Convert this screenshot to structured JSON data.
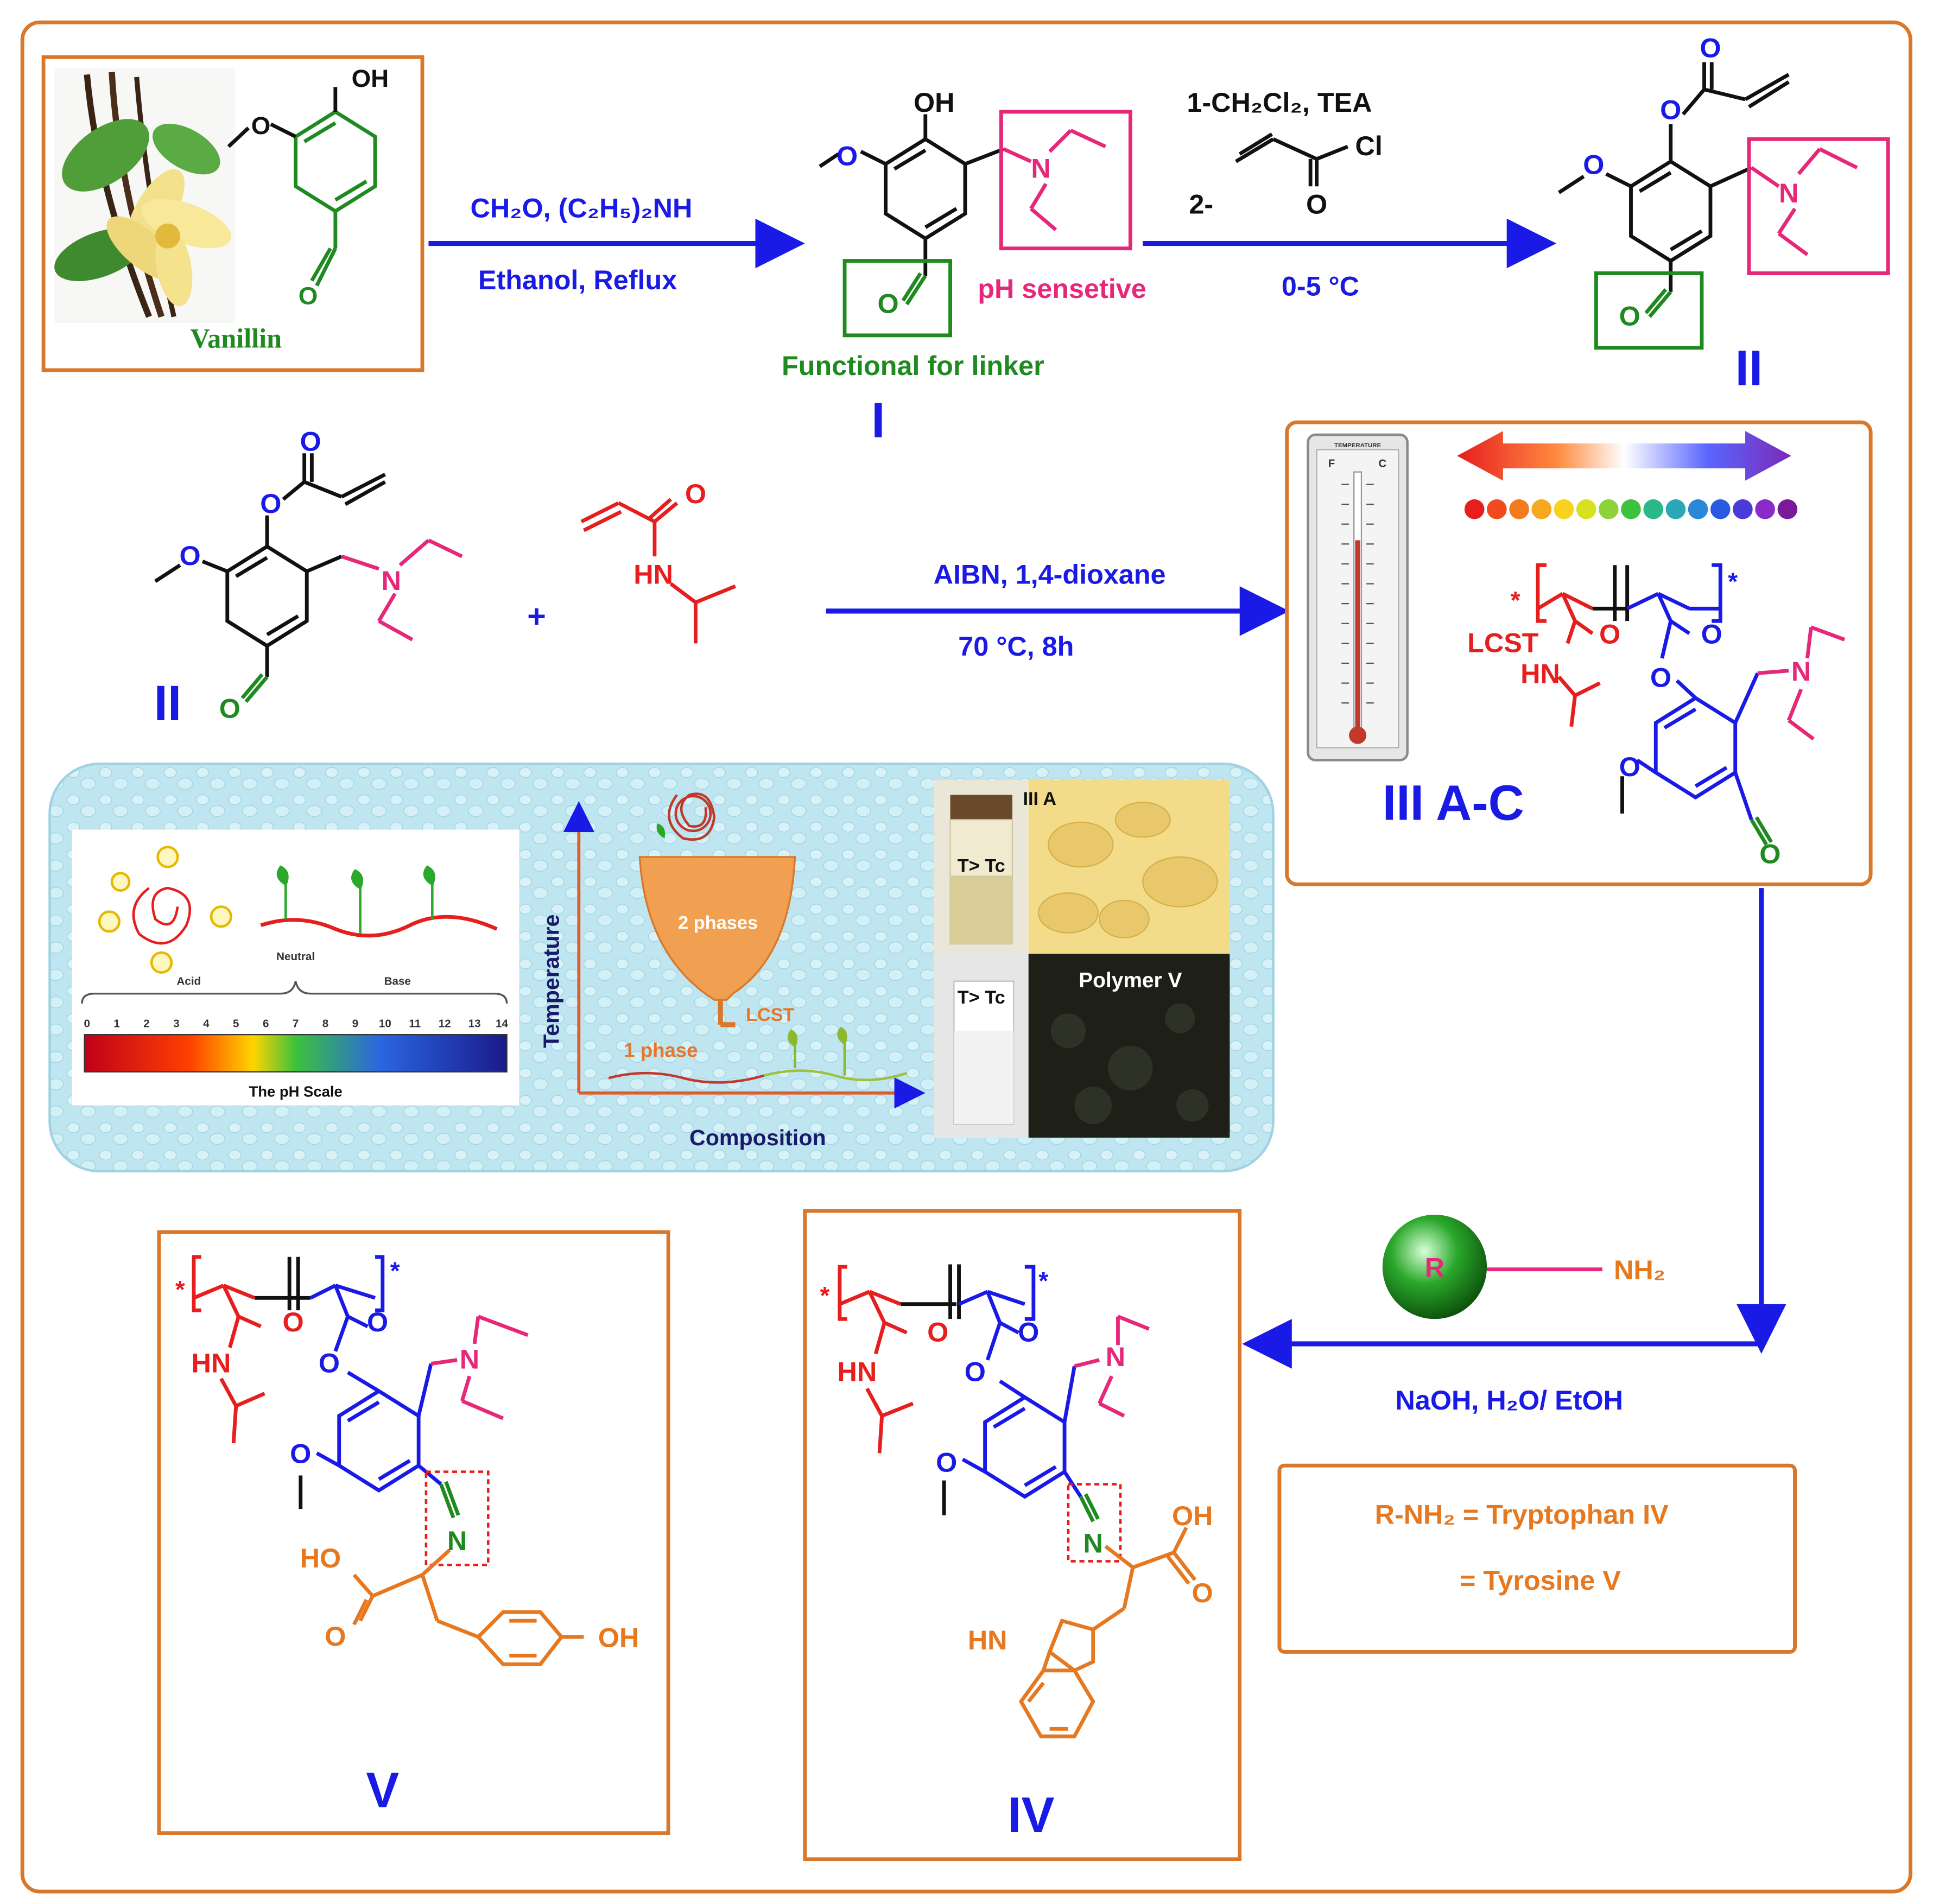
{
  "colors": {
    "frame": "#d9782a",
    "blue": "#1a1ae6",
    "green": "#1f8a1f",
    "magenta": "#e6287a",
    "red": "#e61e1e",
    "orange": "#d9782a",
    "black": "#111111",
    "panel": "#bfe6f0"
  },
  "vanillin": {
    "name": "Vanillin",
    "oh": "OH",
    "o_methoxy": "O",
    "o_aldehyde": "O"
  },
  "step1": {
    "reagent_top": "CH₂O, (C₂H₅)₂NH",
    "reagent_bottom": "Ethanol, Reflux"
  },
  "compound1": {
    "label": "I",
    "oh": "OH",
    "o_methoxy": "O",
    "o_aldehyde": "O",
    "n": "N",
    "ph_note": "pH sensetive",
    "linker_note": "Functional for linker"
  },
  "step2": {
    "reagent_1": "1-CH₂Cl₂, TEA",
    "reagent_2": "2-",
    "cl": "Cl",
    "o": "O",
    "temp": "0-5 °C"
  },
  "compound2": {
    "label": "II",
    "o_ester": "O",
    "o_carbonyl": "O",
    "o_methoxy": "O",
    "o_aldehyde": "O",
    "n": "N"
  },
  "step3": {
    "reactant_label": "II",
    "plus": "+",
    "nipam": {
      "o": "O",
      "hn": "HN"
    },
    "reagent_top": "AIBN, 1,4-dioxane",
    "reagent_bottom": "70 °C, 8h",
    "ii": {
      "o_ester": "O",
      "o_carbonyl": "O",
      "o_methoxy": "O",
      "o_aldehyde": "O",
      "n": "N"
    }
  },
  "compound3": {
    "label": "III A-C",
    "lcst": "LCST",
    "hn": "HN",
    "o1": "O",
    "o2": "O",
    "o3": "O",
    "o_methoxy": "O",
    "o_aldehyde": "O",
    "n": "N",
    "star": "*"
  },
  "thermometer": {
    "header": "TEMPERATURE",
    "f": "F",
    "c": "C"
  },
  "ph_panel": {
    "acid": "Acid",
    "neutral": "Neutral",
    "base": "Base",
    "scale_title": "The pH Scale",
    "scale": [
      "0",
      "1",
      "2",
      "3",
      "4",
      "5",
      "6",
      "7",
      "8",
      "9",
      "10",
      "11",
      "12",
      "13",
      "14"
    ]
  },
  "phase_panel": {
    "y_axis": "Temperature",
    "x_axis": "Composition",
    "two_phases": "2 phases",
    "one_phase": "1 phase",
    "lcst": "LCST"
  },
  "photo_panel": {
    "iiia": "III A",
    "t_tc_1": "T> Tc",
    "t_tc_2": "T> Tc",
    "polymer_v": "Polymer V"
  },
  "step4": {
    "r": "R",
    "nh2": "NH₂",
    "reagent": "NaOH, H₂O/ EtOH"
  },
  "legend": {
    "line1": "R-NH₂ = Tryptophan IV",
    "line2": "= Tyrosine V"
  },
  "compound4": {
    "label": "IV",
    "hn": "HN",
    "o1": "O",
    "o2": "O",
    "o3": "O",
    "o_methoxy": "O",
    "n_amine": "N",
    "n_imine": "N",
    "oh": "OH",
    "o_acid": "O",
    "indole_hn": "HN",
    "star": "*"
  },
  "compound5": {
    "label": "V",
    "hn": "HN",
    "o1": "O",
    "o2": "O",
    "o3": "O",
    "o_methoxy": "O",
    "n_amine": "N",
    "n_imine": "N",
    "ho": "HO",
    "o_acid": "O",
    "oh_phenol": "OH",
    "star": "*"
  }
}
